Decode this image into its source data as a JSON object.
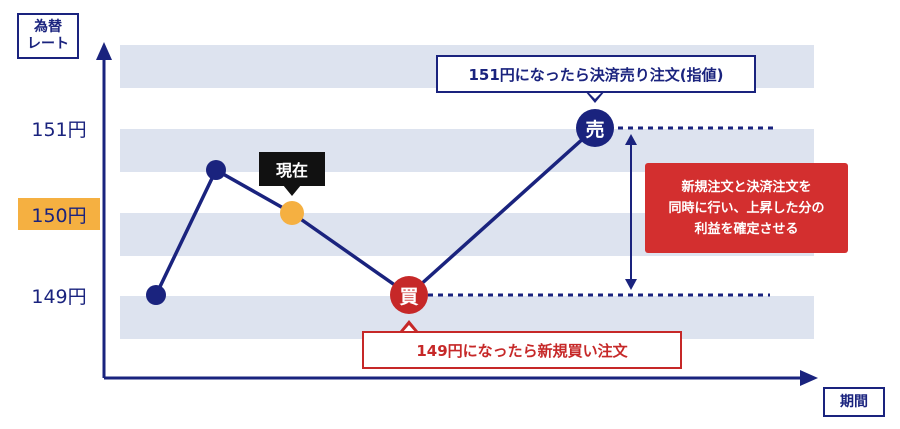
{
  "diagram": {
    "y_axis_label": [
      "為替",
      "レート"
    ],
    "x_axis_label": "期間",
    "price_ticks": [
      {
        "label": "151円",
        "current": false
      },
      {
        "label": "150円",
        "current": true
      },
      {
        "label": "149円",
        "current": false
      }
    ],
    "current_label": "現在",
    "buy_marker": "買",
    "sell_marker": "売",
    "sell_order_label": "151円になったら決済売り注文(指値)",
    "buy_order_label": "149円になったら新規買い注文",
    "profit_note": [
      "新規注文と決済注文を",
      "同時に行い、上昇した分の",
      "利益を確定させる"
    ],
    "colors": {
      "navy": "#1a237e",
      "red": "#c62828",
      "current": "#f5b041",
      "band": "#dde3ef"
    }
  }
}
